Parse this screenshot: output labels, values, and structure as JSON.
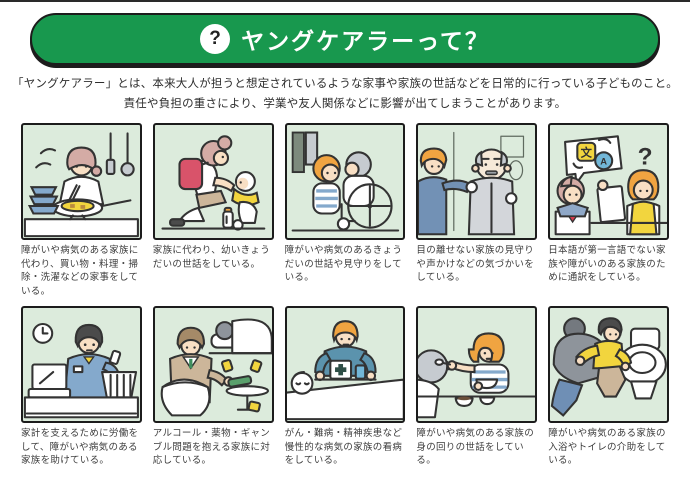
{
  "header": {
    "icon_glyph": "?",
    "title": "ヤングケアラーって？"
  },
  "intro": {
    "line1": "「ヤングケアラー」とは、本来大人が担うと想定されているような家事や家族の世話などを日常的に行っている子どものこと。",
    "line2": "責任や負担の重さにより、学業や友人関係などに影響が出てしまうことがあります。"
  },
  "colors": {
    "banner_green": "#18984e",
    "illustration_background": "#dcebdc",
    "outline": "#1c1c1c"
  },
  "illustration_glyphs": {
    "question_mark": "?",
    "translate_ja": "文",
    "translate_en": "A"
  },
  "cards": [
    {
      "illustration": "cooking-housework",
      "caption": "障がいや病気のある家族に代わり、買い物・料理・掃除・洗濯などの家事をしている。"
    },
    {
      "illustration": "sibling-childcare",
      "caption": "家族に代わり、幼いきょうだいの世話をしている。"
    },
    {
      "illustration": "sibling-watching",
      "caption": "障がいや病気のあるきょうだいの世話や見守りをしている。"
    },
    {
      "illustration": "family-watching",
      "caption": "目の離せない家族の見守りや声かけなどの気づかいをしている。"
    },
    {
      "illustration": "interpreting",
      "caption": "日本語が第一言語でない家族や障がいのある家族のために通訳をしている。"
    },
    {
      "illustration": "working-for-family",
      "caption": "家計を支えるために労働をして、障がいや病気のある家族を助けている。"
    },
    {
      "illustration": "addiction-support",
      "caption": "アルコール・薬物・ギャンブル問題を抱える家族に対応している。"
    },
    {
      "illustration": "nursing-sick-family",
      "caption": "がん・難病・精神疾患など慢性的な病気の家族の看病をしている。"
    },
    {
      "illustration": "daily-personal-care",
      "caption": "障がいや病気のある家族の身の回りの世話をしている。"
    },
    {
      "illustration": "bathing-toilet-assist",
      "caption": "障がいや病気のある家族の入浴やトイレの介助をしている。"
    }
  ]
}
